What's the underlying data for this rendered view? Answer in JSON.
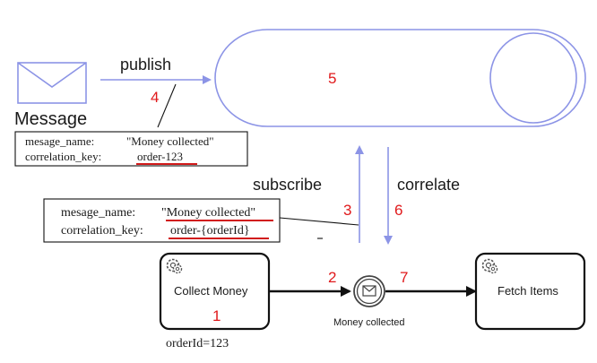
{
  "diagram": {
    "message": {
      "icon": "envelope-icon",
      "label": "Message"
    },
    "publish_label": "publish",
    "subscribe_label": "subscribe",
    "correlate_label": "correlate",
    "broker_number": "5",
    "numbers": {
      "publish": "4",
      "subscribe": "3",
      "correlate": "6",
      "to_event": "2",
      "from_event": "7",
      "collect": "1"
    },
    "published_message_note": {
      "line1_key": "mesage_name:",
      "line1_value": "\"Money collected\"",
      "line2_key": "correlation_key:",
      "line2_value": "order-123"
    },
    "subscription_note": {
      "line1_key": "mesage_name:",
      "line1_value": "\"Money collected\"",
      "line2_key": "correlation_key:",
      "line2_value": "order-{orderId}"
    },
    "tasks": {
      "collect_money": {
        "label": "Collect Money",
        "icon": "gear-icon"
      },
      "fetch_items": {
        "label": "Fetch Items",
        "icon": "gear-icon"
      }
    },
    "event": {
      "label": "Money collected",
      "icon": "envelope-icon"
    },
    "order_id_text": "orderId=123",
    "colors": {
      "blue_flow": "#8c94e6",
      "red_number": "#e0191b",
      "underline": "#d11a1a",
      "black": "#111111"
    }
  }
}
